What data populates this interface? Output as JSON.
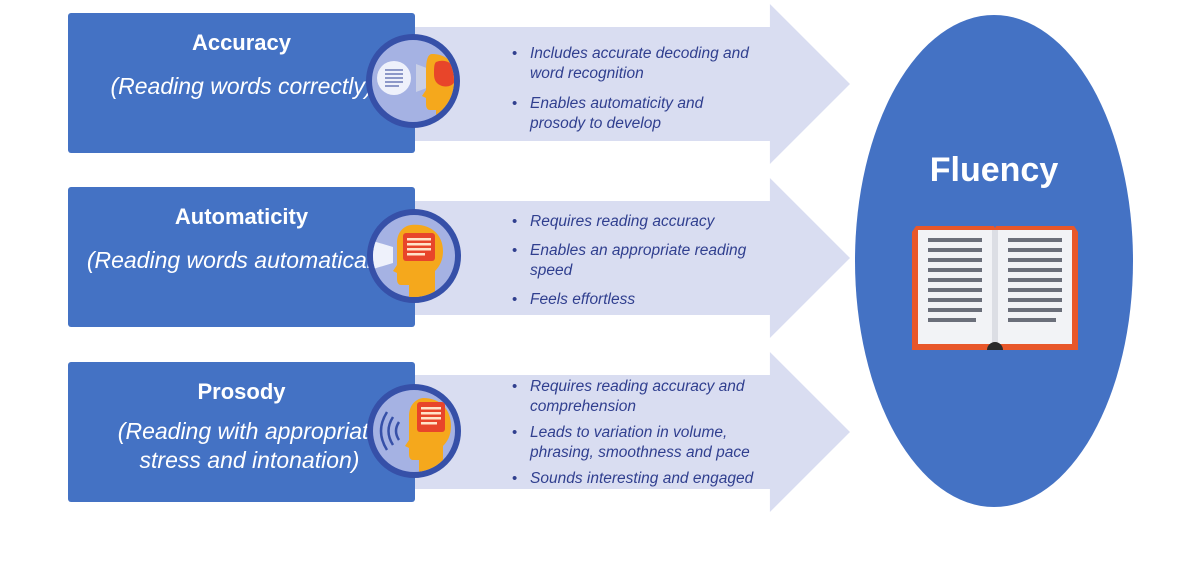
{
  "colors": {
    "box_blue": "#4472c4",
    "arrow_light": "#d9ddf1",
    "bullet_text": "#303f8f",
    "icon_dark_blue": "#3650a8",
    "icon_face": "#f5a81c",
    "icon_brain_red": "#e8452a",
    "book_orange": "#e8572a"
  },
  "components": [
    {
      "title": "Accuracy",
      "subtitle": "(Reading words correctly)",
      "icon": "head-reading-page-icon",
      "bullets": [
        "Includes accurate decoding and word recognition",
        "Enables automaticity and prosody to develop"
      ]
    },
    {
      "title": "Automaticity",
      "subtitle": "(Reading words automatically)",
      "icon": "head-with-text-in-mind-icon",
      "bullets": [
        "Requires reading accuracy",
        "Enables an appropriate reading speed",
        "Feels effortless"
      ]
    },
    {
      "title": "Prosody",
      "subtitle": "(Reading with appropriate stress and intonation)",
      "icon": "head-speaking-icon",
      "bullets": [
        "Requires reading accuracy and comprehension",
        "Leads to variation in volume, phrasing, smoothness and pace",
        "Sounds interesting and engaged"
      ]
    }
  ],
  "result": {
    "title": "Fluency",
    "icon": "open-book-icon"
  }
}
